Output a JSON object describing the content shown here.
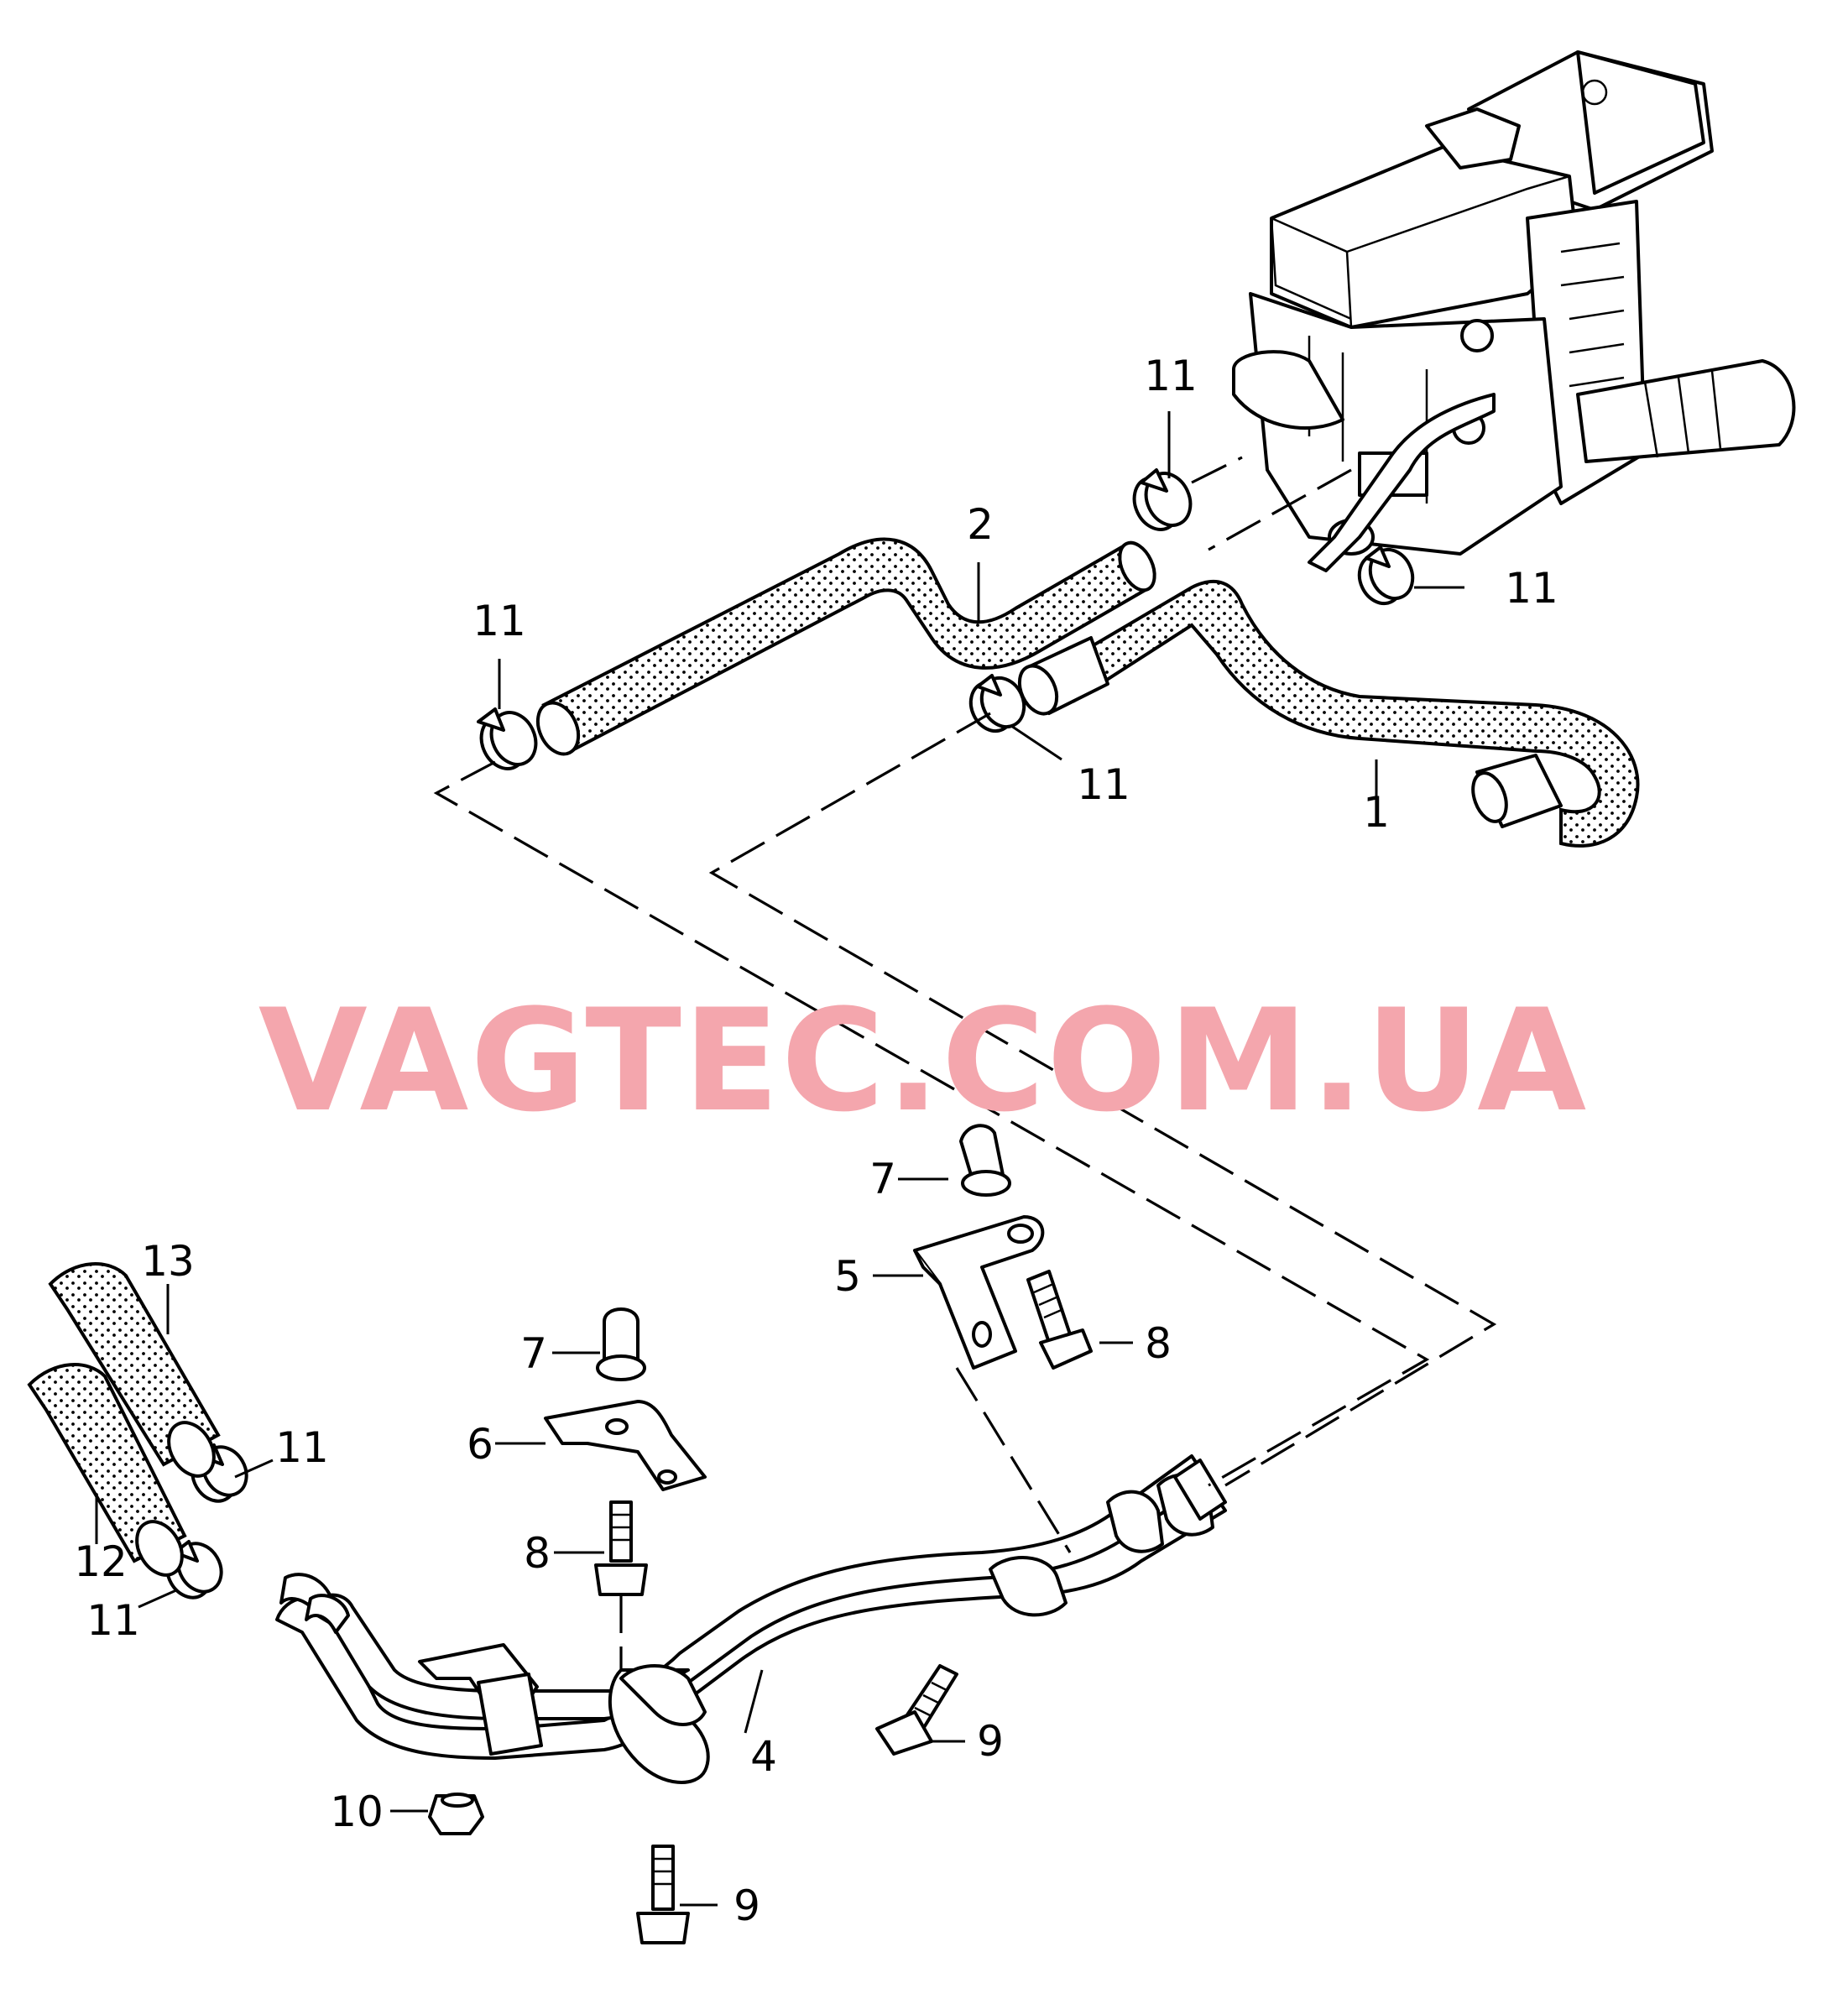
{
  "watermark": "VAGTEC.COM.UA",
  "callouts": [
    {
      "id": "c1",
      "text": "1"
    },
    {
      "id": "c2",
      "text": "2"
    },
    {
      "id": "c4",
      "text": "4"
    },
    {
      "id": "c5",
      "text": "5"
    },
    {
      "id": "c6",
      "text": "6"
    },
    {
      "id": "c7a",
      "text": "7"
    },
    {
      "id": "c7b",
      "text": "7"
    },
    {
      "id": "c8a",
      "text": "8"
    },
    {
      "id": "c8b",
      "text": "8"
    },
    {
      "id": "c9a",
      "text": "9"
    },
    {
      "id": "c9b",
      "text": "9"
    },
    {
      "id": "c10",
      "text": "10"
    },
    {
      "id": "c11a",
      "text": "11"
    },
    {
      "id": "c11b",
      "text": "11"
    },
    {
      "id": "c11c",
      "text": "11"
    },
    {
      "id": "c11d",
      "text": "11"
    },
    {
      "id": "c11e",
      "text": "11"
    },
    {
      "id": "c11f",
      "text": "11"
    },
    {
      "id": "c12",
      "text": "12"
    },
    {
      "id": "c13",
      "text": "13"
    }
  ]
}
